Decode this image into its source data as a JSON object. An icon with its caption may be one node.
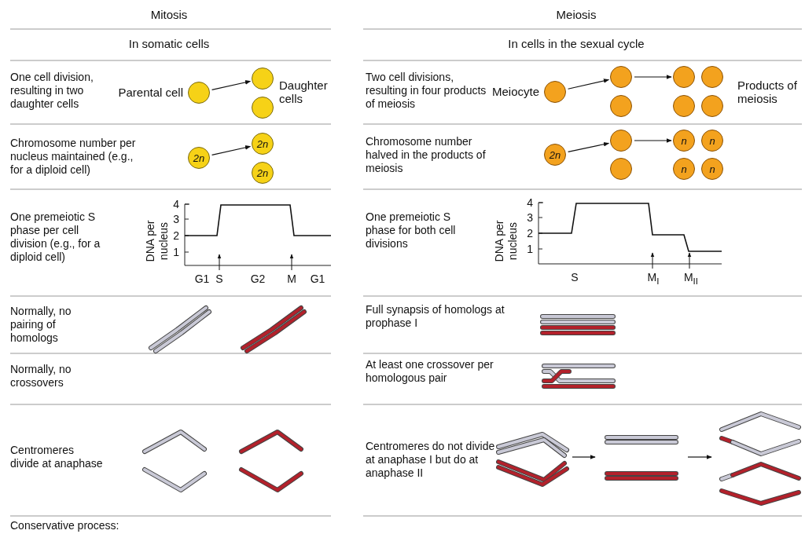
{
  "diagram": {
    "nodes": [
      {
        "text": [],
        "shape": "circle",
        "beside": [
          "Parental cell"
        ]
      },
      {
        "text": [],
        "shape": "circle"
      },
      {
        "text": [],
        "shape": "circle"
      },
      {
        "text": [
          "2n"
        ]
      },
      {
        "text": [
          "2n"
        ]
      },
      {
        "text": [
          "2n"
        ]
      },
      {
        "text": [],
        "shape": "circle",
        "beside": [
          "Meiocyte"
        ]
      },
      {
        "text": [],
        "shape": "circle"
      },
      {
        "text": [],
        "shape": "circle"
      },
      {
        "text": [],
        "shape": "circle"
      },
      {
        "text": [],
        "shape": "circle"
      },
      {
        "text": [],
        "shape": "circle"
      },
      {
        "text": [],
        "shape": "circle"
      },
      {
        "text": [
          "2n"
        ]
      },
      {
        "text": [],
        "shape": "circle"
      },
      {
        "text": [],
        "shape": "circle"
      },
      {
        "text": [
          "n"
        ]
      },
      {
        "text": [
          "n"
        ]
      },
      {
        "text": [
          "n"
        ]
      },
      {
        "text": [
          "n"
        ]
      }
    ],
    "edges": [
      {
        "from": 0,
        "to": 1,
        "arrow": "to"
      },
      {
        "from": 3,
        "to": 4,
        "arrow": "to"
      },
      {
        "from": 6,
        "to": 7,
        "arrow": "to"
      },
      {
        "from": 7,
        "to": 9,
        "arrow": "to"
      },
      {
        "from": 13,
        "to": 14,
        "arrow": "to"
      },
      {
        "from": 14,
        "to": 16,
        "arrow": "to"
      }
    ],
    "labels": [
      "Mitosis",
      "In somatic cells",
      "One cell division, resulting in two daughter cells",
      "Daughter cells",
      "Chromosome number per nucleus maintained (e.g., for a diploid cell)",
      "One premeiotic S phase per cell division (e.g., for a diploid cell)",
      "DNA per nucleus",
      "4",
      "3",
      "2",
      "1",
      "G1",
      "S",
      "G2",
      "M",
      "G1",
      "Normally, no pairing of homologs",
      "Normally, no crossovers",
      "Centromeres divide at anaphase",
      "Conservative process:",
      "Meiosis",
      "In cells in the sexual cycle",
      "Two cell divisions, resulting in four products of meiosis",
      "Products of meiosis",
      "Chromosome number halved in the products of meiosis",
      "One premeiotic S phase for both cell divisions",
      "DNA per nucleus",
      "4",
      "3",
      "2",
      "1",
      "S",
      "M$_{I}$",
      "M$_{II}$",
      "Full synapsis of homologs at prophase I",
      "At least one crossover per homologous pair",
      "Centromeres do not divide at anaphase I but do at anaphase II"
    ]
  }
}
